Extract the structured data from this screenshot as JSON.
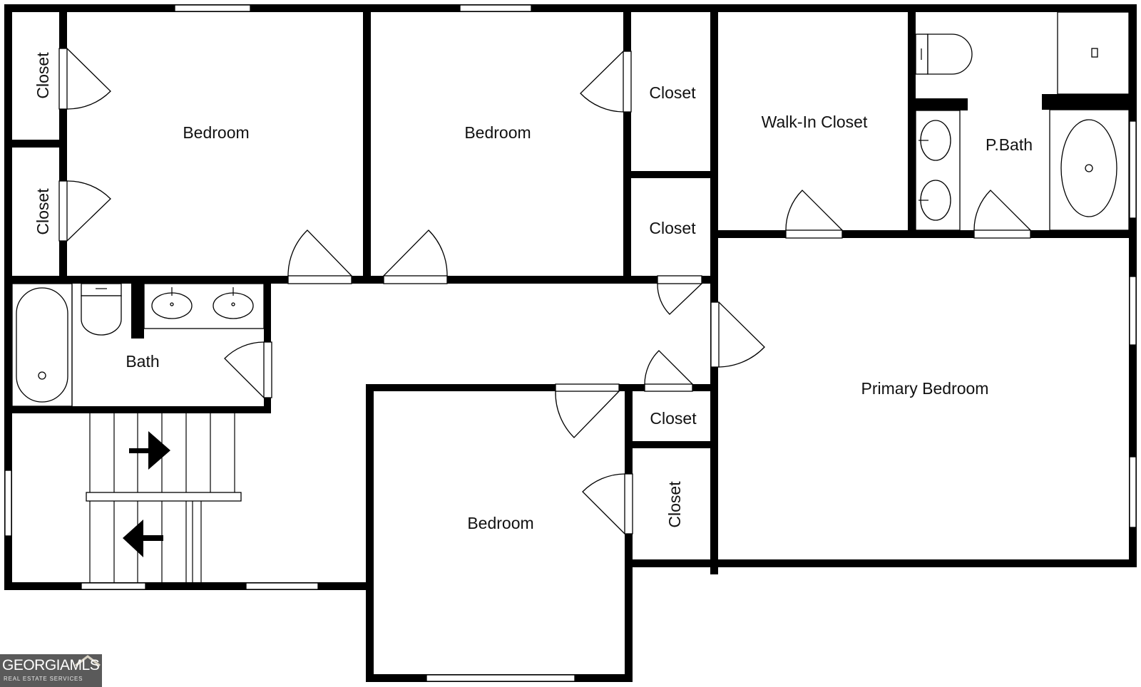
{
  "rooms": {
    "closet_nw_top": "Closet",
    "closet_nw_bottom": "Closet",
    "bedroom_nw": "Bedroom",
    "bedroom_n": "Bedroom",
    "closet_n_top": "Closet",
    "closet_n_bottom": "Closet",
    "walk_in_closet": "Walk-In Closet",
    "primary_bath": "P.Bath",
    "bath": "Bath",
    "primary_bedroom": "Primary Bedroom",
    "closet_s_top": "Closet",
    "closet_s_bottom": "Closet",
    "bedroom_s": "Bedroom"
  },
  "logo": {
    "brand": "GEORGIAMLS",
    "tagline": "REAL ESTATE SERVICES"
  }
}
